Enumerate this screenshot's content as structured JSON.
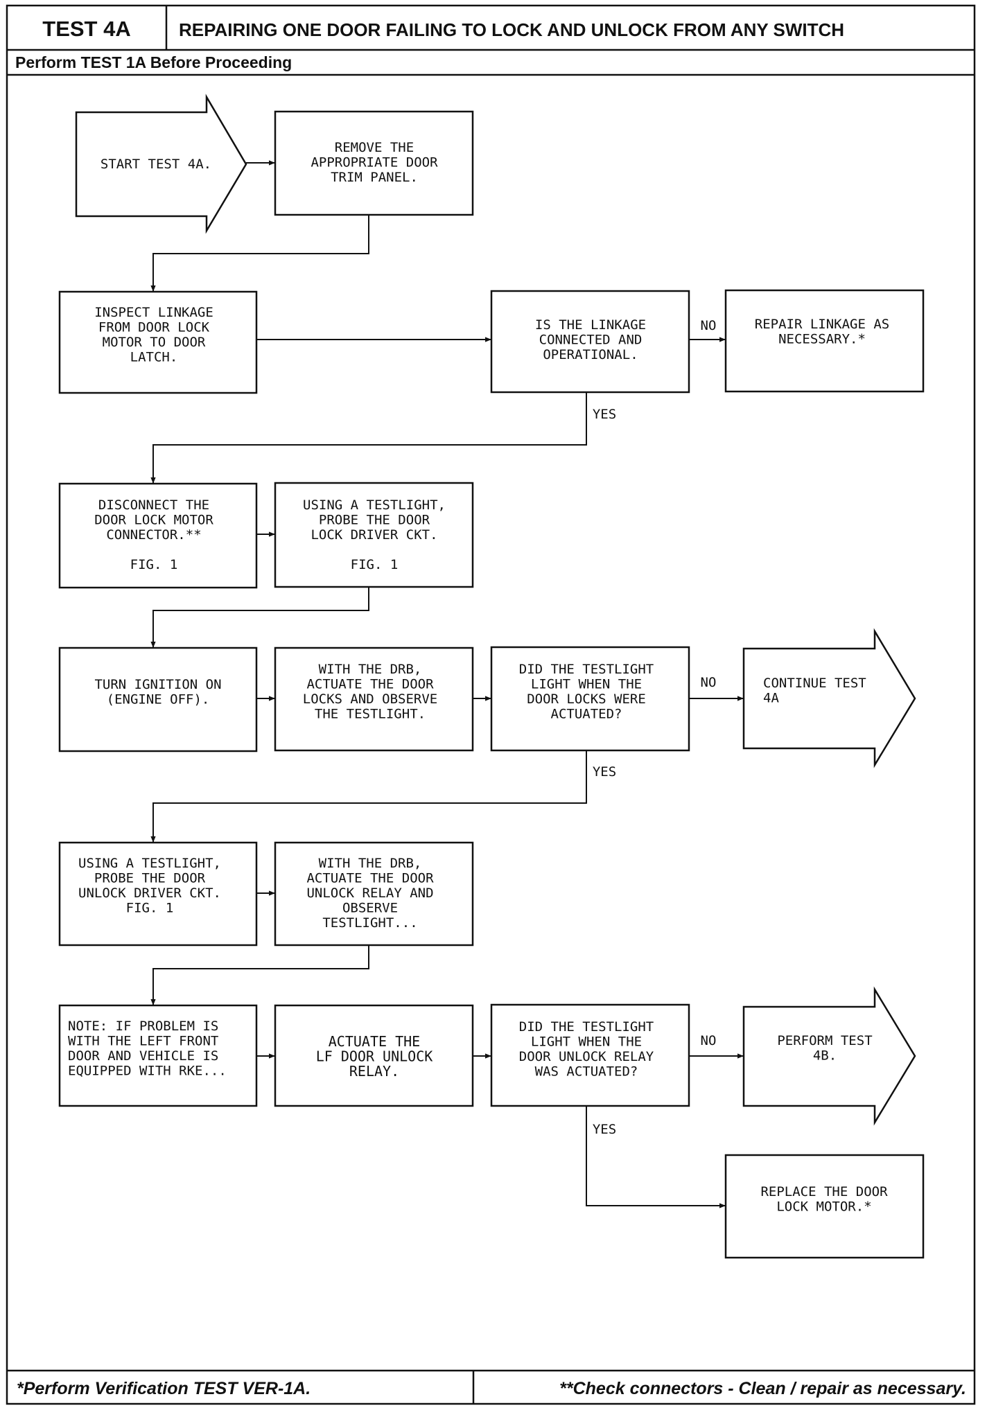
{
  "header": {
    "test_id": "TEST 4A",
    "title": "REPAIRING ONE DOOR FAILING TO LOCK AND UNLOCK FROM ANY SWITCH",
    "prerequisite": "Perform TEST 1A Before Proceeding"
  },
  "nodes": {
    "start": [
      "START TEST 4A."
    ],
    "remove_trim": [
      "REMOVE THE",
      "APPROPRIATE DOOR",
      "TRIM PANEL."
    ],
    "inspect_linkage": [
      "INSPECT LINKAGE",
      "FROM DOOR LOCK",
      "MOTOR TO DOOR",
      "LATCH."
    ],
    "linkage_question": [
      "IS THE LINKAGE",
      "CONNECTED AND",
      "OPERATIONAL."
    ],
    "repair_linkage": [
      "REPAIR LINKAGE AS",
      "NECESSARY.*"
    ],
    "disconnect_motor": [
      "DISCONNECT THE",
      "DOOR LOCK MOTOR",
      "CONNECTOR.**",
      "",
      "FIG. 1"
    ],
    "probe_lock_driver": [
      "USING A TESTLIGHT,",
      "PROBE THE DOOR",
      "LOCK DRIVER CKT.",
      "",
      "FIG. 1"
    ],
    "ignition_on": [
      "TURN IGNITION ON",
      "(ENGINE OFF)."
    ],
    "actuate_locks": [
      "WITH THE DRB,",
      "ACTUATE THE DOOR",
      "LOCKS AND OBSERVE",
      "THE TESTLIGHT."
    ],
    "testlight_locks_question": [
      "DID THE TESTLIGHT",
      "LIGHT WHEN THE",
      "DOOR LOCKS WERE",
      "ACTUATED?"
    ],
    "continue_test": [
      "CONTINUE TEST",
      "4A"
    ],
    "probe_unlock_driver": [
      "USING A TESTLIGHT,",
      "PROBE THE DOOR",
      "UNLOCK DRIVER CKT.",
      "FIG. 1"
    ],
    "actuate_unlock_relay": [
      "WITH THE DRB,",
      "ACTUATE THE DOOR",
      "UNLOCK RELAY AND",
      "OBSERVE",
      "TESTLIGHT..."
    ],
    "note_rke": [
      "NOTE: IF PROBLEM IS",
      "WITH THE LEFT FRONT",
      "DOOR AND VEHICLE IS",
      "EQUIPPED WITH RKE..."
    ],
    "actuate_lf_unlock": [
      "ACTUATE THE",
      "LF DOOR UNLOCK",
      "RELAY."
    ],
    "testlight_unlock_question": [
      "DID THE TESTLIGHT",
      "LIGHT WHEN THE",
      "DOOR UNLOCK RELAY",
      "WAS ACTUATED?"
    ],
    "perform_4b": [
      "PERFORM TEST",
      "4B."
    ],
    "replace_motor": [
      "REPLACE THE DOOR",
      "LOCK MOTOR.*"
    ]
  },
  "labels": {
    "no": "NO",
    "yes": "YES"
  },
  "footer": {
    "left_note": "*Perform Verification TEST VER-1A.",
    "right_note": "**Check connectors - Clean / repair as necessary."
  }
}
